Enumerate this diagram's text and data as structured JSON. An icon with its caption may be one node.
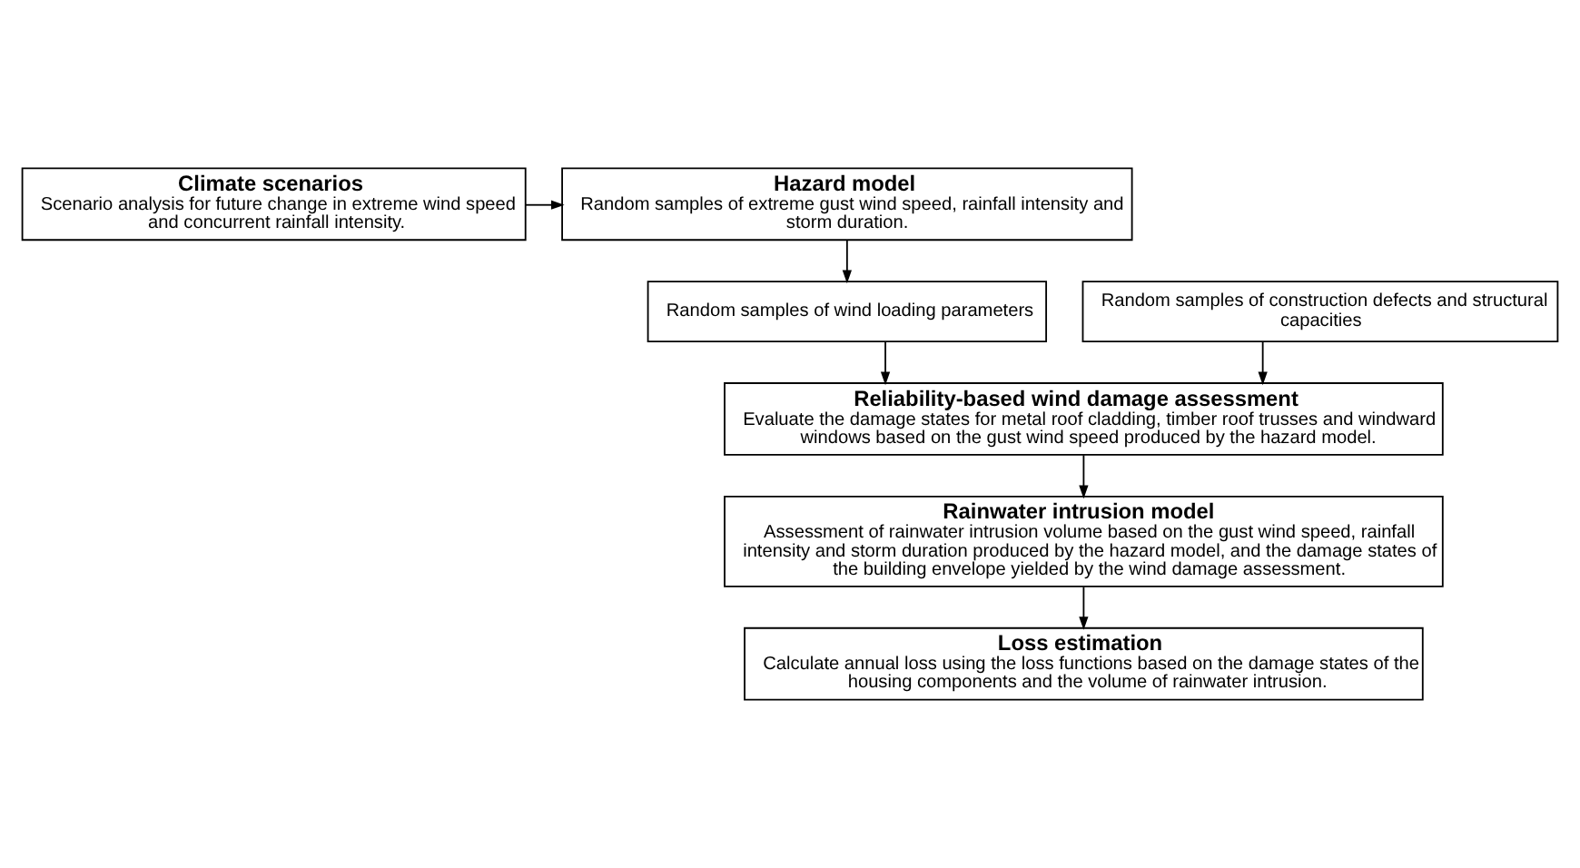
{
  "diagram": {
    "nodes": [
      {
        "text": [
          "Hazard model",
          "Random samples of extreme gust wind speed, rainfall intensity and storm duration."
        ]
      },
      {
        "text": [
          "Climate scenarios",
          "Scenario analysis for future change in extreme wind speed and concurrent rainfall intensity."
        ]
      },
      {
        "text": [
          "Random samples of wind loading parameters"
        ]
      },
      {
        "text": [
          "Random samples of construction defects and structural capacities"
        ]
      },
      {
        "text": [
          "Reliability-based wind damage assessment",
          "Evaluate the damage states for metal roof cladding, timber roof trusses and windward windows based on the gust wind speed produced by the hazard model."
        ]
      },
      {
        "text": [
          "Rainwater intrusion model",
          "Assessment of rainwater intrusion volume based on the gust wind speed, rainfall intensity and storm duration produced by the hazard model, and the damage states of the building envelope yielded by the wind damage assessment."
        ]
      },
      {
        "text": [
          "Loss estimation",
          "Calculate annual loss using the loss functions based on the damage states of the housing components and the volume of rainwater intrusion."
        ]
      }
    ],
    "edges": [
      {
        "from": 1,
        "to": 0,
        "arrow": "to"
      },
      {
        "from": 0,
        "to": 2,
        "arrow": "to"
      },
      {
        "from": 2,
        "to": 4,
        "arrow": "to"
      },
      {
        "from": 3,
        "to": 4,
        "arrow": "to"
      },
      {
        "from": 4,
        "to": 5,
        "arrow": "to"
      },
      {
        "from": 5,
        "to": 6,
        "arrow": "to"
      }
    ]
  }
}
